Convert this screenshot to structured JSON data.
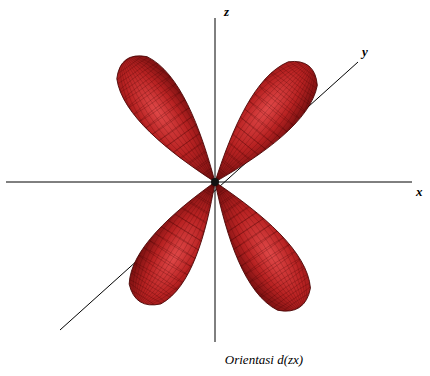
{
  "diagram": {
    "caption": "Orientasi d(zx)",
    "labels": [
      "z",
      "y",
      "x"
    ]
  }
}
